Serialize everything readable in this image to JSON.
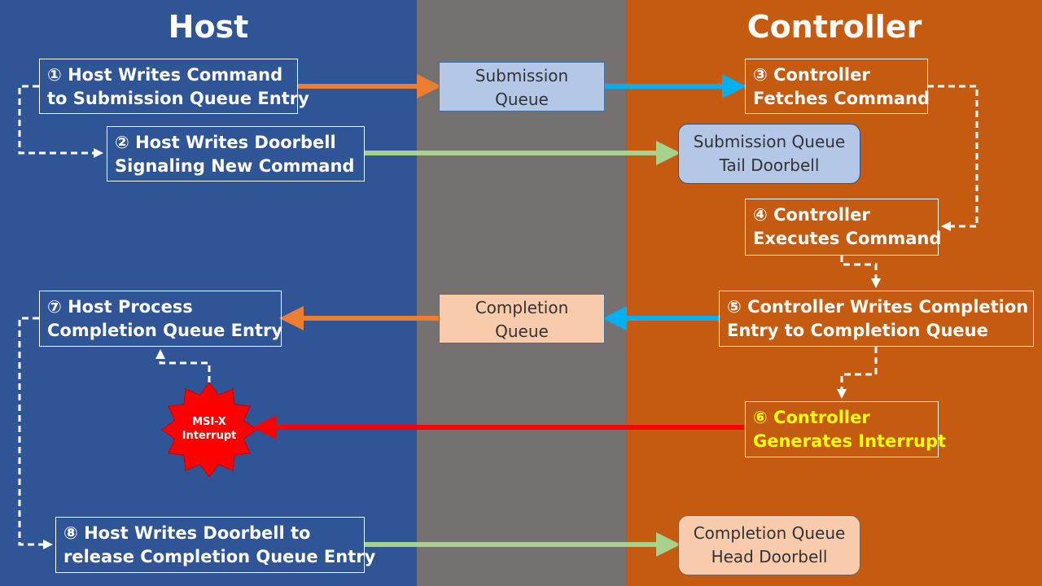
{
  "headings": {
    "host": "Host",
    "controller": "Controller"
  },
  "steps": {
    "s1": [
      "① Host Writes Command",
      "to Submission Queue Entry"
    ],
    "s2": [
      "② Host Writes Doorbell",
      "Signaling New Command"
    ],
    "s3": [
      "③ Controller",
      "Fetches Command"
    ],
    "s4": [
      "④ Controller",
      "Executes Command"
    ],
    "s5": [
      "⑤ Controller Writes Completion",
      "Entry to Completion Queue"
    ],
    "s6": [
      "⑥ Controller",
      "Generates Interrupt"
    ],
    "s7": [
      "⑦ Host Process",
      "Completion Queue Entry"
    ],
    "s8": [
      "⑧ Host Writes Doorbell to",
      "release Completion Queue Entry"
    ]
  },
  "queues": {
    "submission": [
      "Submission",
      "Queue"
    ],
    "completion": [
      "Completion",
      "Queue"
    ]
  },
  "doorbells": {
    "sq_tail": [
      "Submission Queue",
      "Tail Doorbell"
    ],
    "cq_head": [
      "Completion Queue",
      "Head Doorbell"
    ]
  },
  "interrupt": [
    "MSI-X",
    "Interrupt"
  ],
  "colors": {
    "host_band": "#2f5597",
    "middle_band": "#767171",
    "controller_band": "#c55a11",
    "orange_arrow": "#ed7d31",
    "blue_arrow": "#00b0f0",
    "green_arrow": "#a9d18e",
    "red_arrow": "#ff0000",
    "highlight_text": "#ffff00"
  }
}
